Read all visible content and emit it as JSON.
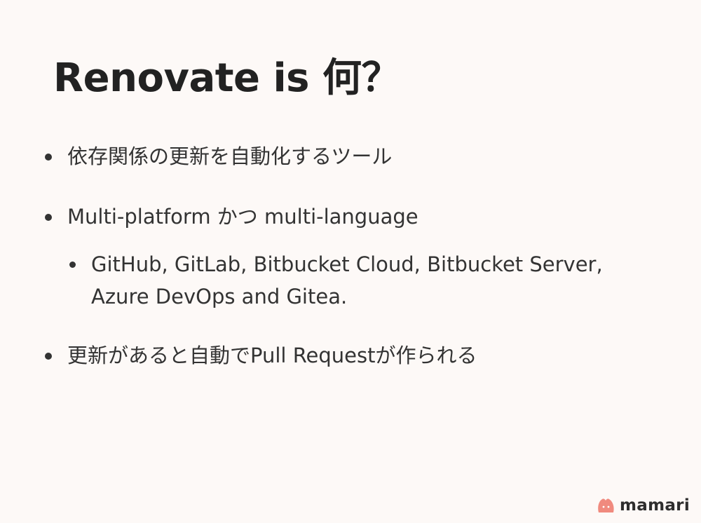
{
  "slide": {
    "title": "Renovate is 何？",
    "bullets": [
      "依存関係の更新を自動化するツール",
      "Multi-platform かつ multi-language"
    ],
    "sub_bullets": [
      "GitHub, GitLab, Bitbucket Cloud, Bitbucket Server, Azure DevOps and Gitea."
    ],
    "last_bullet": "更新があると自動でPull Requestが作られる"
  },
  "logo": {
    "text": "mamari",
    "icon": "mamari-blob-icon",
    "color": "#f08a7e"
  },
  "colors": {
    "background": "#fdf9f7",
    "text": "#333333",
    "title": "#222222"
  }
}
